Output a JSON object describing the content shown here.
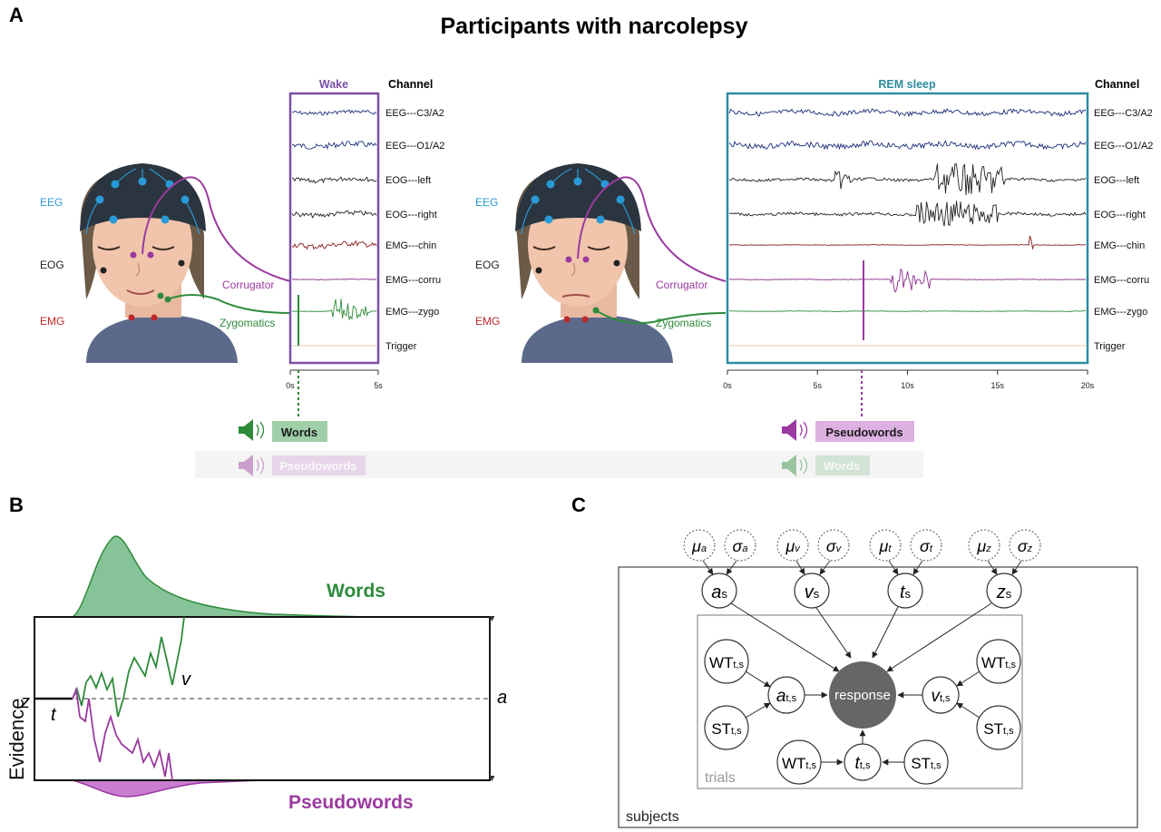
{
  "panel_a": {
    "letter": "A",
    "title": "Participants with narcolepsy",
    "face_labels": {
      "eeg": "EEG",
      "eog": "EOG",
      "emg": "EMG",
      "corrugator": "Corrugator",
      "zygomatics": "Zygomatics"
    },
    "wake_box": {
      "label": "Wake",
      "channel_header": "Channel",
      "channels": [
        "EEG---C3/A2",
        "EEG---O1/A2",
        "EOG---left",
        "EOG---right",
        "EMG---chin",
        "EMG---corru",
        "EMG---zygo",
        "Trigger"
      ],
      "ticks": [
        "0s",
        "5s"
      ]
    },
    "rem_box": {
      "label": "REM sleep",
      "channel_header": "Channel",
      "channels": [
        "EEG---C3/A2",
        "EEG---O1/A2",
        "EOG---left",
        "EOG---right",
        "EMG---chin",
        "EMG---corru",
        "EMG---zygo",
        "Trigger"
      ],
      "ticks": [
        "0s",
        "5s",
        "10s",
        "15s",
        "20s"
      ]
    },
    "stimuli_left": {
      "primary": "Words",
      "secondary": "Pseudowords"
    },
    "stimuli_right": {
      "primary": "Pseudowords",
      "secondary": "Words"
    }
  },
  "panel_b": {
    "letter": "B",
    "words_label": "Words",
    "pseudowords_label": "Pseudowords",
    "y_axis_label": "Evidence",
    "param_z": "z",
    "param_t": "t",
    "param_v": "v",
    "param_a": "a"
  },
  "panel_c": {
    "letter": "C",
    "hyper_nodes": [
      {
        "mu": "μ",
        "mu_sub": "a",
        "sigma": "σ",
        "sigma_sub": "a"
      },
      {
        "mu": "μ",
        "mu_sub": "v",
        "sigma": "σ",
        "sigma_sub": "v"
      },
      {
        "mu": "μ",
        "mu_sub": "t",
        "sigma": "σ",
        "sigma_sub": "t"
      },
      {
        "mu": "μ",
        "mu_sub": "z",
        "sigma": "σ",
        "sigma_sub": "z"
      }
    ],
    "subject_nodes": [
      {
        "main": "a",
        "sub": "s"
      },
      {
        "main": "v",
        "sub": "s"
      },
      {
        "main": "t",
        "sub": "s"
      },
      {
        "main": "z",
        "sub": "s"
      }
    ],
    "wt": {
      "main": "WT",
      "sub": "t,s"
    },
    "st": {
      "main": "ST",
      "sub": "t,s"
    },
    "a_ts": {
      "main": "a",
      "sub": "t,s"
    },
    "v_ts": {
      "main": "v",
      "sub": "t,s"
    },
    "t_ts": {
      "main": "t",
      "sub": "t,s"
    },
    "response": "response",
    "trials_label": "trials",
    "subjects_label": "subjects"
  },
  "colors": {
    "wake": "#7b4fa8",
    "rem": "#2e8ba0",
    "words": "#2e8b3a",
    "pseudowords": "#9b3aa0",
    "eeg": "#2a9ad6",
    "emg": "#c0282a"
  }
}
